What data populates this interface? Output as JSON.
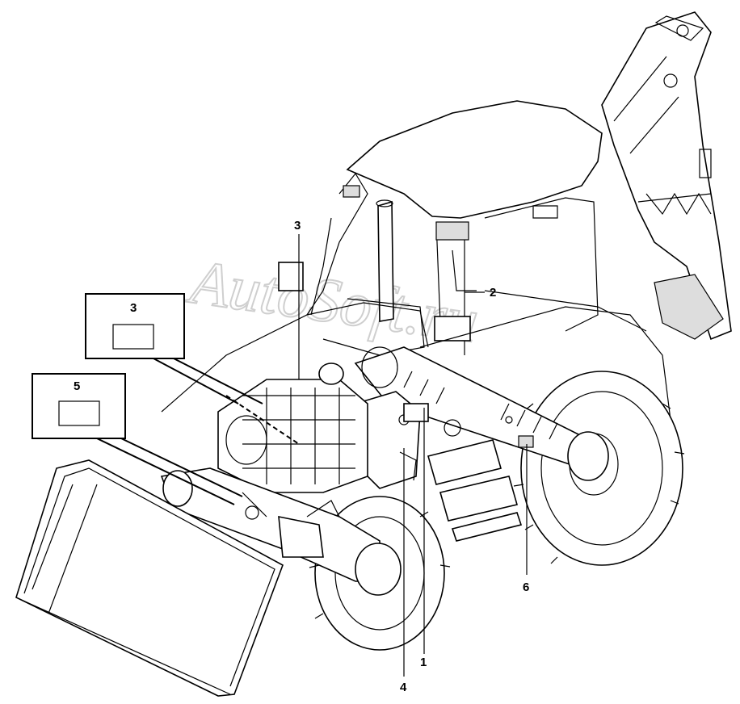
{
  "watermark": "AutoSoft.ru",
  "callouts": [
    {
      "id": "callout-1",
      "label": "1"
    },
    {
      "id": "callout-2",
      "label": "2"
    },
    {
      "id": "callout-3-top",
      "label": "3"
    },
    {
      "id": "callout-3-box",
      "label": "3"
    },
    {
      "id": "callout-4",
      "label": "4"
    },
    {
      "id": "callout-5-box",
      "label": "5"
    },
    {
      "id": "callout-6",
      "label": "6"
    }
  ],
  "components": [
    "engine",
    "transmission",
    "front-axle",
    "rear-axle",
    "cab",
    "front-loader-bucket",
    "backhoe-arm",
    "rear-wheel",
    "front-wheel",
    "exhaust-stack",
    "steps"
  ]
}
